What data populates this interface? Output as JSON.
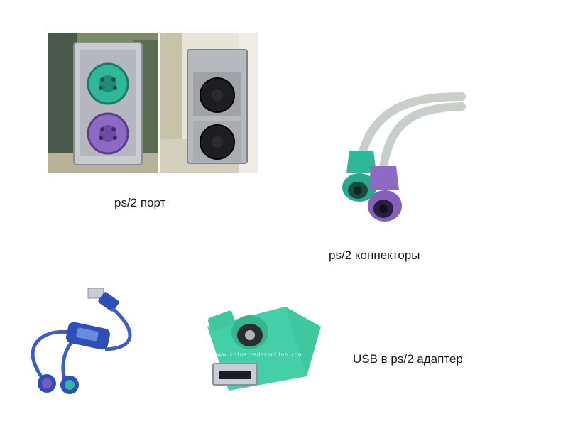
{
  "slide": {
    "captions": {
      "ps2_port": "ps/2 порт",
      "ps2_connectors": "ps/2 коннекторы",
      "usb_adapter": "USB в ps/2 адаптер"
    },
    "watermark": "www.chinatraderonline.com"
  },
  "colors": {
    "ps2_green": "#2fb79a",
    "ps2_purple": "#8e6ac4",
    "usb_blue": "#2f4fb8",
    "adapter_green": "#3fc8a0"
  }
}
